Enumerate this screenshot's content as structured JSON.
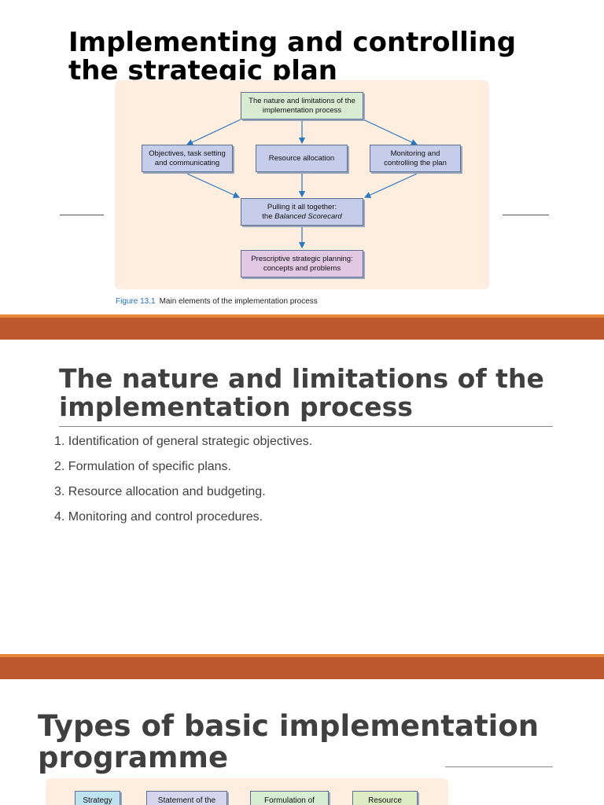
{
  "slide1": {
    "title": "Implementing and controlling the strategic plan",
    "figure": {
      "top_box": "The nature and limitations of the implementation process",
      "middle_left": "Objectives, task setting and communicating",
      "middle_center": "Resource allocation",
      "middle_right": "Monitoring and controlling the plan",
      "pulling_line1": "Pulling it all together:",
      "pulling_line2_prefix": "the ",
      "pulling_line2_em": "Balanced Scorecard",
      "bottom_box": "Prescriptive strategic planning: concepts and problems",
      "caption_number": "Figure 13.1",
      "caption_text": "Main elements of the implementation process"
    }
  },
  "slide2": {
    "title": "The nature and limitations of the implementation process",
    "items": [
      "1. Identification of general strategic objectives.",
      "2. Formulation of specific plans.",
      "3. Resource allocation and budgeting.",
      "4. Monitoring and control procedures."
    ]
  },
  "slide3": {
    "title": "Types of basic implementation programme",
    "boxes": [
      "Strategy",
      "Statement of the",
      "Formulation of",
      "Resource"
    ]
  },
  "colors": {
    "band": "#bf582e",
    "band_stripe": "#e8883a",
    "figure_bg": "#fdeedf",
    "caption_accent": "#1c6fbf"
  }
}
